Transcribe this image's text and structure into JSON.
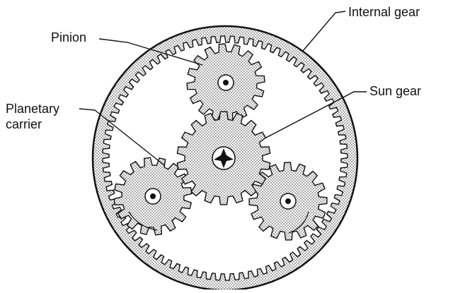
{
  "labels": {
    "pinion": "Pinion",
    "internal_gear": "Internal gear",
    "sun_gear": "Sun gear",
    "planetary_carrier_line1": "Planetary",
    "planetary_carrier_line2": "carrier"
  },
  "gear_teeth": {
    "internal": 80,
    "sun": 18,
    "pinion": 16
  },
  "colors": {
    "ink": "#111111",
    "hatch": "#8a8a8a",
    "paper": "#ffffff"
  }
}
